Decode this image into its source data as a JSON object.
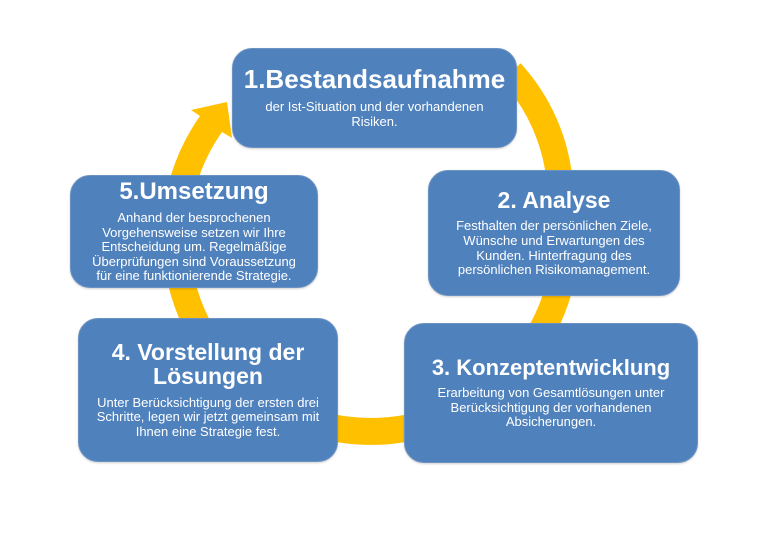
{
  "diagram": {
    "type": "cycle-process",
    "background_color": "#FFFFFF",
    "box_color": "#4F81BD",
    "arrow_color": "#FFC000",
    "text_color": "#FFFFFF",
    "steps": [
      {
        "title": "1.Bestandsaufnahme",
        "body": "der Ist-Situation und der vorhandenen Risiken."
      },
      {
        "title": "2. Analyse",
        "body": "Festhalten der persönlichen Ziele, Wünsche und Erwartungen des Kunden. Hinterfragung des persönlichen Risikomanagement."
      },
      {
        "title": "3. Konzeptentwicklung",
        "body": "Erarbeitung von Gesamtlösungen unter Berücksichtigung der vorhandenen Absicherungen."
      },
      {
        "title": "4. Vorstellung der Lösungen",
        "body": "Unter Berücksichtigung der ersten drei Schritte, legen wir jetzt gemeinsam mit Ihnen eine Strategie fest."
      },
      {
        "title": "5.Umsetzung",
        "body": "Anhand der besprochenen Vorgehensweise setzen wir Ihre Entscheidung um. Regelmäßige Überprüfungen sind Voraussetzung für eine funktionierende Strategie."
      }
    ]
  }
}
